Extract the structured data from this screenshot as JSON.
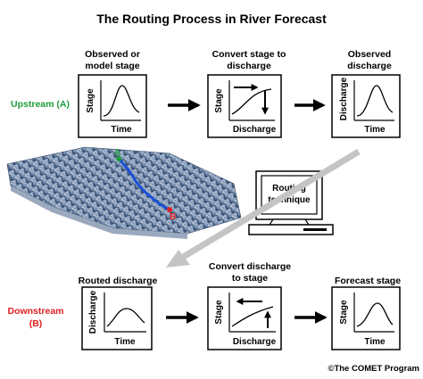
{
  "title": "The Routing Process in River Forecast",
  "rows": {
    "upstream": {
      "label": "Upstream (A)",
      "color": "#1e9e3a",
      "panels": [
        {
          "heading_line1": "Observed or",
          "heading_line2": "model stage",
          "y_label": "Stage",
          "x_label": "Time",
          "kind": "hydrograph-peak"
        },
        {
          "heading_line1": "Convert stage to",
          "heading_line2": "discharge",
          "y_label": "Stage",
          "x_label": "Discharge",
          "kind": "rating-curve-stage-to-discharge"
        },
        {
          "heading_line1": "Observed",
          "heading_line2": "discharge",
          "y_label": "Discharge",
          "x_label": "Time",
          "kind": "hydrograph-peak"
        }
      ]
    },
    "downstream": {
      "label_line1": "Downstream",
      "label_line2": "(B)",
      "color": "#e02020",
      "panels": [
        {
          "heading_line1": "Routed discharge",
          "heading_line2": "",
          "y_label": "Discharge",
          "x_label": "Time",
          "kind": "hydrograph-broad"
        },
        {
          "heading_line1": "Convert discharge",
          "heading_line2": "to stage",
          "y_label": "Stage",
          "x_label": "Discharge",
          "kind": "rating-curve-discharge-to-stage"
        },
        {
          "heading_line1": "Forecast stage",
          "heading_line2": "",
          "y_label": "Stage",
          "x_label": "Time",
          "kind": "hydrograph-peak"
        }
      ]
    }
  },
  "terrain": {
    "point_a": "A",
    "point_b": "B",
    "river_color": "#1a4fd8"
  },
  "computer": {
    "screen_line1": "Routing",
    "screen_line2": "technique"
  },
  "credit": "©The COMET Program"
}
